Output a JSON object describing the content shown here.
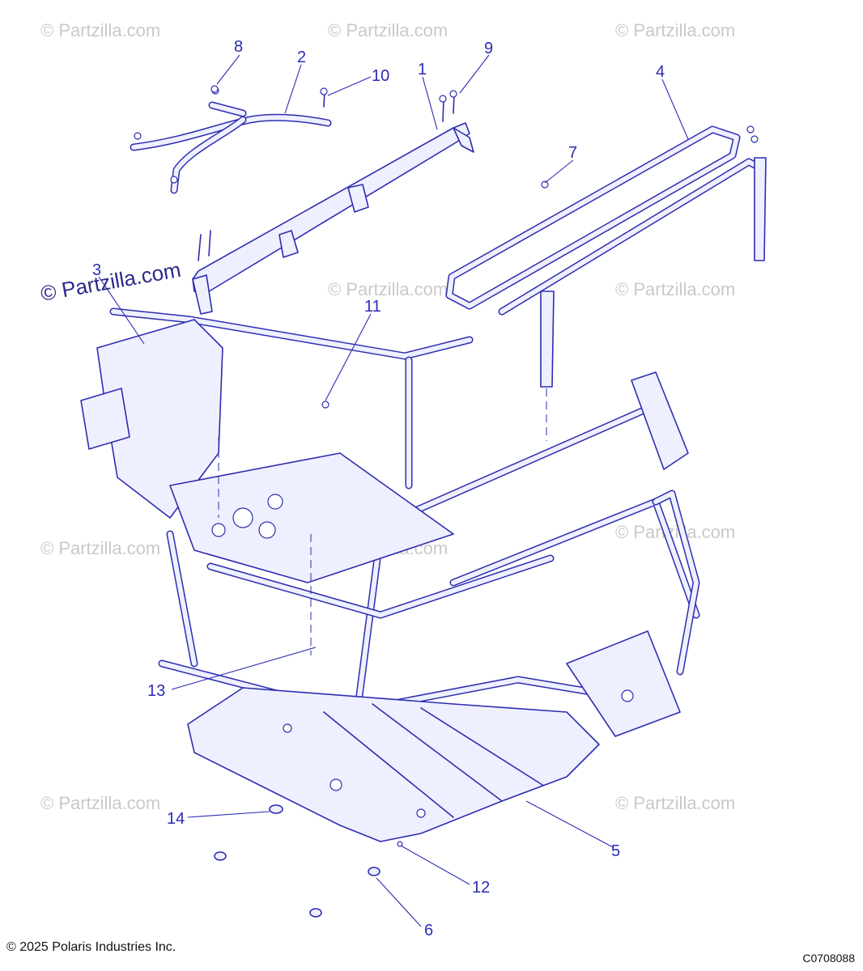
{
  "watermark": {
    "text": "© Partzilla.com",
    "prominent_text": "© Partzilla.com"
  },
  "callouts": [
    "1",
    "2",
    "3",
    "4",
    "5",
    "6",
    "7",
    "8",
    "9",
    "10",
    "11",
    "12",
    "13",
    "14"
  ],
  "footer": {
    "copyright": "© 2025 Polaris Industries Inc.",
    "code": "C0708088"
  },
  "colors": {
    "line": "#2d2db0",
    "callout": "#2b2bb5",
    "watermark": "#c9c9c9"
  }
}
